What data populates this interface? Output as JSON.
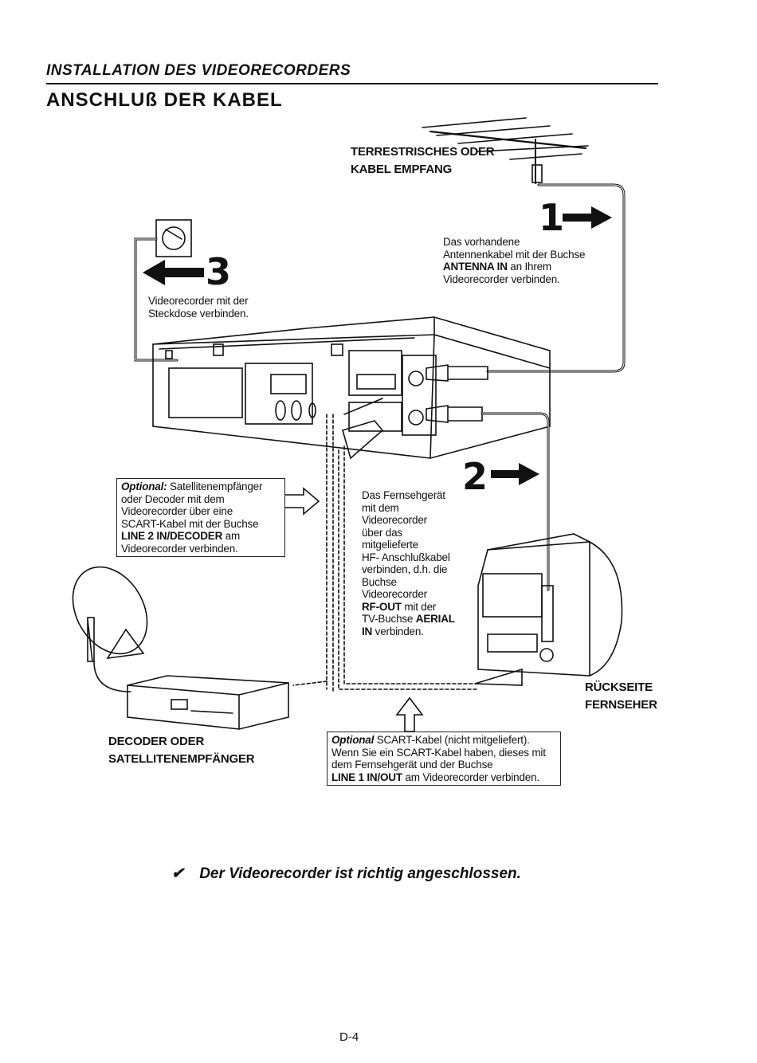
{
  "header": {
    "section_title": "INSTALLATION DES VIDEORECORDERS",
    "page_title": "ANSCHLUß DER KABEL"
  },
  "labels": {
    "antenna_line1": "TERRESTRISCHES ODER",
    "antenna_line2": "KABEL EMPFANG",
    "tv_back_line1": "RÜCKSEITE",
    "tv_back_line2": "FERNSEHER",
    "decoder_line1": "DECODER ODER",
    "decoder_line2": "SATELLITENEMPFÄNGER"
  },
  "steps": {
    "step1": {
      "number": "1",
      "line1": "Das vorhandene",
      "line2": "Antennenkabel mit der Buchse",
      "bold": "ANTENNA IN",
      "line3_rest": " an Ihrem",
      "line4": "Videorecorder verbinden."
    },
    "step2": {
      "number": "2",
      "lines": [
        "Das Fernsehgerät",
        "mit dem",
        "Videorecorder",
        "über das",
        "mitgelieferte",
        "HF- Anschlußkabel",
        "verbinden, d.h. die",
        "Buchse",
        "Videorecorder"
      ],
      "bold1": "RF-OUT",
      "after_bold1": " mit der",
      "line_tv": "TV-Buchse ",
      "bold2": "AERIAL",
      "bold3": "IN",
      "end": " verbinden."
    },
    "step3": {
      "number": "3",
      "line1": "Videorecorder mit der",
      "line2": "Steckdose verbinden."
    }
  },
  "optional_boxes": {
    "satellite": {
      "italic_bold": "Optional:",
      "line1_rest": " Satellitenempfänger",
      "line2": "oder Decoder mit dem",
      "line3": "Videorecorder über eine",
      "line4": "SCART-Kabel mit der Buchse",
      "bold": "LINE 2 IN/DECODER",
      "line5_rest": " am",
      "line6": "Videorecorder verbinden."
    },
    "scart": {
      "italic_bold": "Optional",
      "line1_rest": " SCART-Kabel (nicht mitgeliefert).",
      "line2": "Wenn Sie ein SCART-Kabel haben, dieses mit",
      "line3": "dem Fernsehgerät und der Buchse",
      "bold": "LINE 1 IN/OUT",
      "line4_rest": " am Videorecorder verbinden."
    }
  },
  "footer": {
    "check_mark": "✔",
    "confirmation": "Der Videorecorder ist richtig angeschlossen.",
    "page_number": "D-4"
  },
  "icons": [
    "power-socket-icon",
    "arrow-left-icon",
    "arrow-right-icon",
    "hollow-arrow-right-icon",
    "hollow-arrow-up-icon",
    "check-mark-icon"
  ]
}
